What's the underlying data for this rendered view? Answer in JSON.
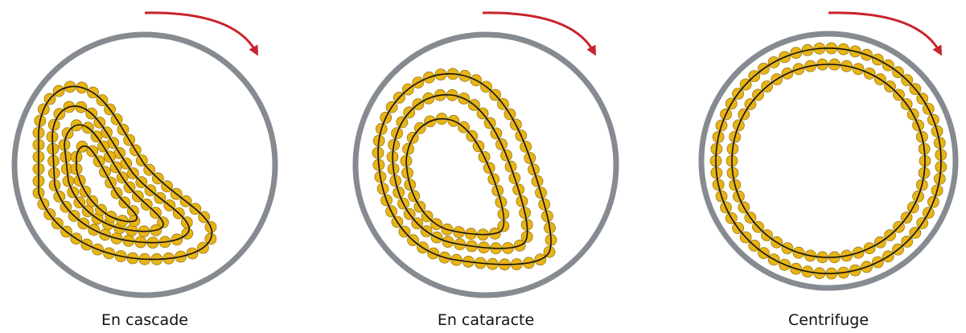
{
  "colors": {
    "drum_stroke": "#858b90",
    "arrow": "#c8232c",
    "ball_fill": "#e8b416",
    "ball_stroke": "#9a7a10",
    "path_line": "#111111"
  },
  "icons": {
    "rotation_arrow": "clockwise-arrow-icon",
    "grinding_ball": "ball-icon"
  },
  "panels": [
    {
      "id": "cascade",
      "caption": "En cascade",
      "rotation": "clockwise",
      "regime": "cascading"
    },
    {
      "id": "cataract",
      "caption": "En cataracte",
      "rotation": "clockwise",
      "regime": "cataracting"
    },
    {
      "id": "centrifuge",
      "caption": "Centrifuge",
      "rotation": "clockwise",
      "regime": "centrifuging"
    }
  ]
}
